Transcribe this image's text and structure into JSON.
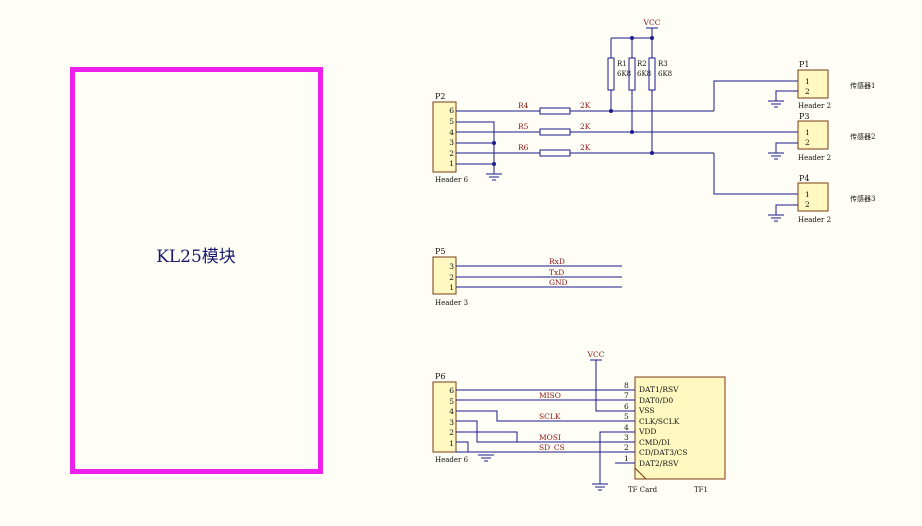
{
  "module": {
    "label": "KL25模块",
    "border_color": "#ee20ee"
  },
  "connectors": {
    "p1": {
      "designator": "P1",
      "comment": "Header 2",
      "pins": [
        "1",
        "2"
      ]
    },
    "p2": {
      "designator": "P2",
      "comment": "Header 6",
      "pins": [
        "6",
        "5",
        "4",
        "3",
        "2",
        "1"
      ]
    },
    "p3": {
      "designator": "P3",
      "comment": "Header 2",
      "pins": [
        "1",
        "2"
      ]
    },
    "p4": {
      "designator": "P4",
      "comment": "Header 2",
      "pins": [
        "1",
        "2"
      ]
    },
    "p5": {
      "designator": "P5",
      "comment": "Header 3",
      "pins": [
        "3",
        "2",
        "1"
      ]
    },
    "p6": {
      "designator": "P6",
      "comment": "Header 6",
      "pins": [
        "6",
        "5",
        "4",
        "3",
        "2",
        "1"
      ]
    }
  },
  "resistors": {
    "r1": {
      "designator": "R1",
      "value": "6K8"
    },
    "r2": {
      "designator": "R2",
      "value": "6K8"
    },
    "r3": {
      "designator": "R3",
      "value": "6K8"
    },
    "r4": {
      "designator": "R4",
      "value": "2K"
    },
    "r5": {
      "designator": "R5",
      "value": "2K"
    },
    "r6": {
      "designator": "R6",
      "value": "2K"
    }
  },
  "power": {
    "vcc_top": "VCC",
    "vcc_tf": "VCC"
  },
  "sensors": [
    "传感器1",
    "传感器2",
    "传感器3"
  ],
  "nets": {
    "rxd": "RxD",
    "txd": "TxD",
    "gnd": "GND",
    "miso": "MISO",
    "sclk": "SCLK",
    "mosi": "MOSI",
    "sd_cs": "SD_CS"
  },
  "tf_card": {
    "designator": "TF1",
    "comment": "TF Card",
    "pin_numbers": [
      "8",
      "7",
      "6",
      "5",
      "4",
      "3",
      "2",
      "1"
    ],
    "pin_names": [
      "DAT1/RSV",
      "DAT0/D0",
      "VSS",
      "CLK/SCLK",
      "VDD",
      "CMD/DI",
      "CD/DAT3/CS",
      "DAT2/RSV"
    ]
  },
  "colors": {
    "wire": "#1b1b8c",
    "component_fill": "#fff8c0",
    "component_border": "#7a3a10",
    "net_label": "#8b1010",
    "background": "#fefef6"
  }
}
